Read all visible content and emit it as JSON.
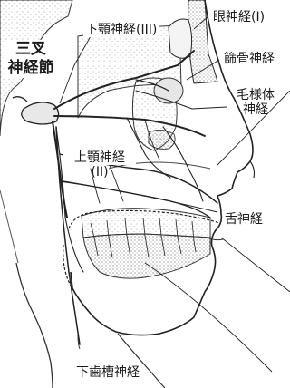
{
  "labels": {
    "ganglion_line1": "三叉",
    "ganglion_line2": "神経節",
    "ophthalmic": "眼神経(I)",
    "mandibular": "下顎神経(III)",
    "ethmoid": "篩骨神経",
    "ciliary_line1": "毛様体",
    "ciliary_line2": "神経",
    "maxillary_line1": "上顎神経",
    "maxillary_line2": "(II)",
    "lingual": "舌神経",
    "inferior_alveolar": "下歯槽神経"
  }
}
